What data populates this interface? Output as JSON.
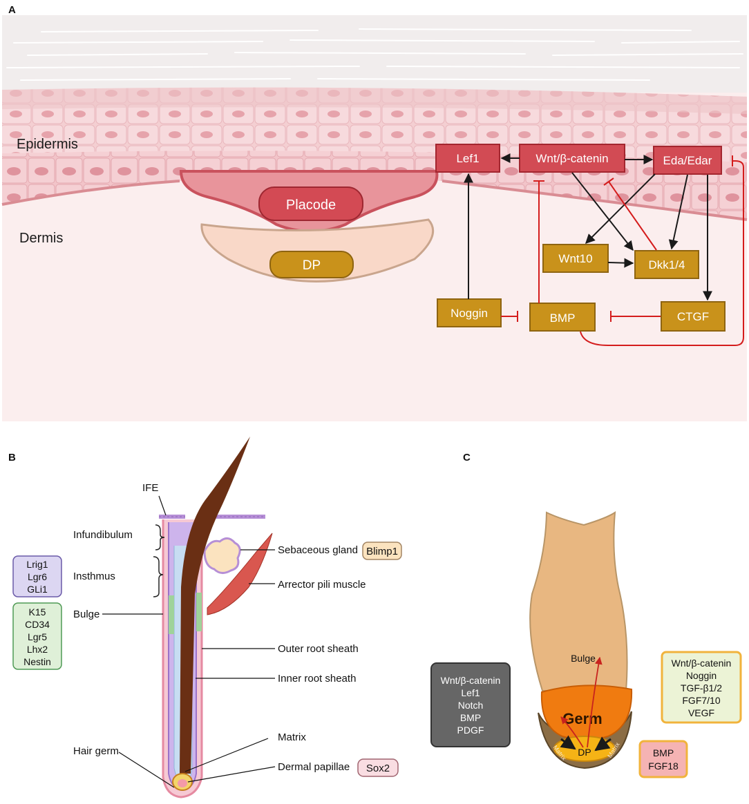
{
  "panels": {
    "a": "A",
    "b": "B",
    "c": "C"
  },
  "panel_a": {
    "epidermis": "Epidermis",
    "dermis": "Dermis",
    "placode": "Placode",
    "dp": "DP",
    "nodes": {
      "lef1": "Lef1",
      "wnt": "Wnt/β-catenin",
      "eda": "Eda/Edar",
      "wnt10": "Wnt10",
      "dkk": "Dkk1/4",
      "noggin": "Noggin",
      "bmp": "BMP",
      "ctgf": "CTGF"
    },
    "colors": {
      "red_node": "#d24b54",
      "gold_node": "#c9921b",
      "inhibit": "#d41c1c",
      "activate": "#1a1a1a"
    }
  },
  "panel_b": {
    "labels": {
      "ife": "IFE",
      "infundibulum": "Infundibulum",
      "insthmus": "Insthmus",
      "bulge": "Bulge",
      "sebaceous": "Sebaceous gland",
      "arrector": "Arrector pili muscle",
      "ors": "Outer root sheath",
      "irs": "Inner root sheath",
      "matrix": "Matrix",
      "hair_germ": "Hair germ",
      "dermal_papillae": "Dermal papillae"
    },
    "tags": {
      "blimp1": "Blimp1",
      "sox2": "Sox2"
    },
    "box_lrig": [
      "Lrig1",
      "Lgr6",
      "GLi1"
    ],
    "box_k15": [
      "K15",
      "CD34",
      "Lgr5",
      "Lhx2",
      "Nestin"
    ]
  },
  "panel_c": {
    "bulge": "Bulge",
    "germ": "Germ",
    "dp": "DP",
    "matrix_left": "Matrix",
    "matrix_right": "Matrix",
    "box_gray": [
      "Wnt/β-catenin",
      "Lef1",
      "Notch",
      "BMP",
      "PDGF"
    ],
    "box_green": [
      "Wnt/β-catenin",
      "Noggin",
      "TGF-β1/2",
      "FGF7/10",
      "VEGF"
    ],
    "box_pink": [
      "BMP",
      "FGF18"
    ]
  }
}
